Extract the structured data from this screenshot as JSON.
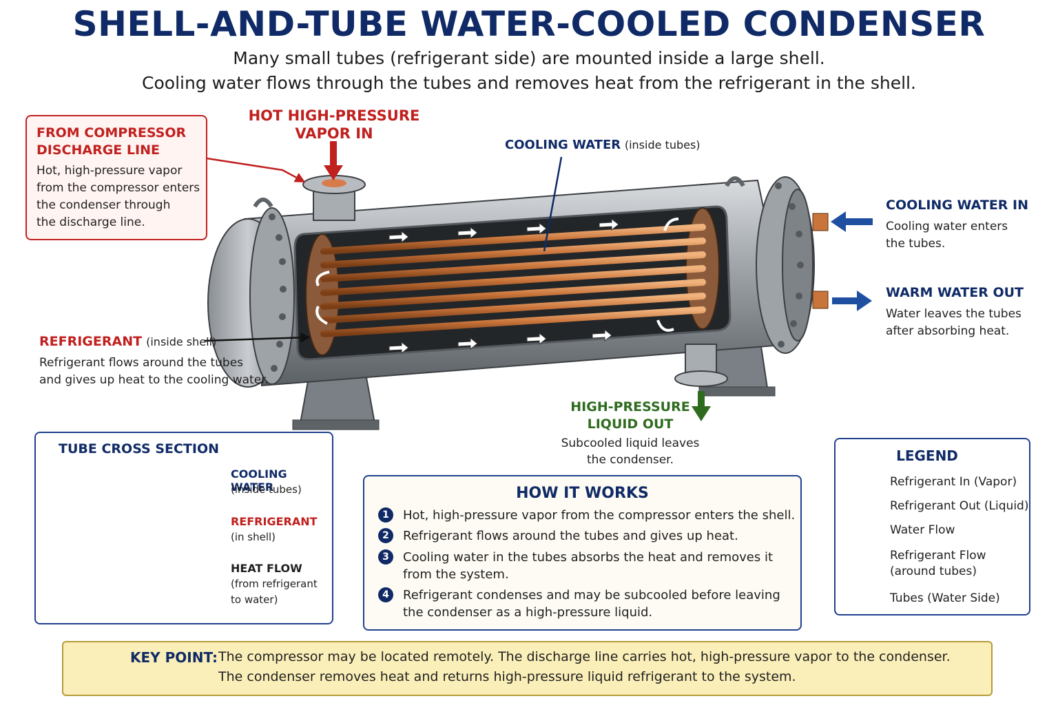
{
  "title": "SHELL-AND-TUBE WATER-COOLED CONDENSER",
  "subtitle_line1": "Many small tubes (refrigerant side) are mounted inside a large shell.",
  "subtitle_line2": "Cooling water flows through the tubes and removes heat from the refrigerant in the shell.",
  "compressor_box": {
    "heading_line1": "FROM COMPRESSOR",
    "heading_line2": "DISCHARGE LINE",
    "lines": [
      "Hot, high-pressure vapor",
      "from the compressor enters",
      "the condenser through",
      "the discharge line."
    ]
  },
  "vapor_in": {
    "line1": "HOT HIGH-PRESSURE",
    "line2": "VAPOR IN"
  },
  "cooling_water_tubes": {
    "label": "COOLING WATER",
    "note": "(inside tubes)"
  },
  "cooling_water_in": {
    "heading": "COOLING WATER IN",
    "line1": "Cooling water enters",
    "line2": "the tubes."
  },
  "warm_water_out": {
    "heading": "WARM WATER OUT",
    "line1": "Water leaves the tubes",
    "line2": "after absorbing heat."
  },
  "refrigerant_shell": {
    "label": "REFRIGERANT",
    "note": "(inside shell)",
    "line1": "Refrigerant flows around the tubes",
    "line2": "and gives up heat to the cooling water."
  },
  "liquid_out": {
    "line1": "HIGH-PRESSURE",
    "line2": "LIQUID OUT",
    "line3": "Subcooled liquid leaves",
    "line4": "the condenser."
  },
  "cross_section": {
    "heading": "TUBE CROSS SECTION",
    "water_label": "COOLING WATER",
    "water_note": "(inside tubes)",
    "ref_label": "REFRIGERANT",
    "ref_note": "(in shell)",
    "heat_label": "HEAT FLOW",
    "heat_note1": "(from refrigerant",
    "heat_note2": "to water)"
  },
  "how_it_works": {
    "heading": "HOW IT WORKS",
    "steps": [
      {
        "num": "1",
        "line1": "Hot, high-pressure vapor from the compressor enters the shell.",
        "line2": ""
      },
      {
        "num": "2",
        "line1": "Refrigerant flows around the tubes and gives up heat.",
        "line2": ""
      },
      {
        "num": "3",
        "line1": "Cooling water in the tubes absorbs the heat and removes it",
        "line2": "from the system."
      },
      {
        "num": "4",
        "line1": "Refrigerant condenses and may be subcooled before leaving",
        "line2": "the condenser as a high-pressure liquid."
      }
    ]
  },
  "legend": {
    "heading": "LEGEND",
    "items": [
      {
        "label": "Refrigerant In (Vapor)",
        "color": "#c0201e"
      },
      {
        "label": "Refrigerant Out (Liquid)",
        "color": "#2f6b1e"
      },
      {
        "label": "Water Flow",
        "color": "#1f4fa0"
      },
      {
        "label": "Refrigerant Flow",
        "label2": "(around tubes)",
        "color": "#ffffff"
      },
      {
        "label": "Tubes (Water Side)",
        "color": "#c8743a"
      }
    ]
  },
  "key_point": {
    "label": "KEY POINT:",
    "line1": "The compressor may be located remotely. The discharge line carries hot, high-pressure vapor to the condenser.",
    "line2": "The condenser removes heat and returns high-pressure liquid refrigerant to the system."
  },
  "colors": {
    "navy": "#0f2a66",
    "red": "#c0201e",
    "green": "#2f6b1e",
    "blue": "#1f4fa0",
    "copper": "#c8743a"
  }
}
